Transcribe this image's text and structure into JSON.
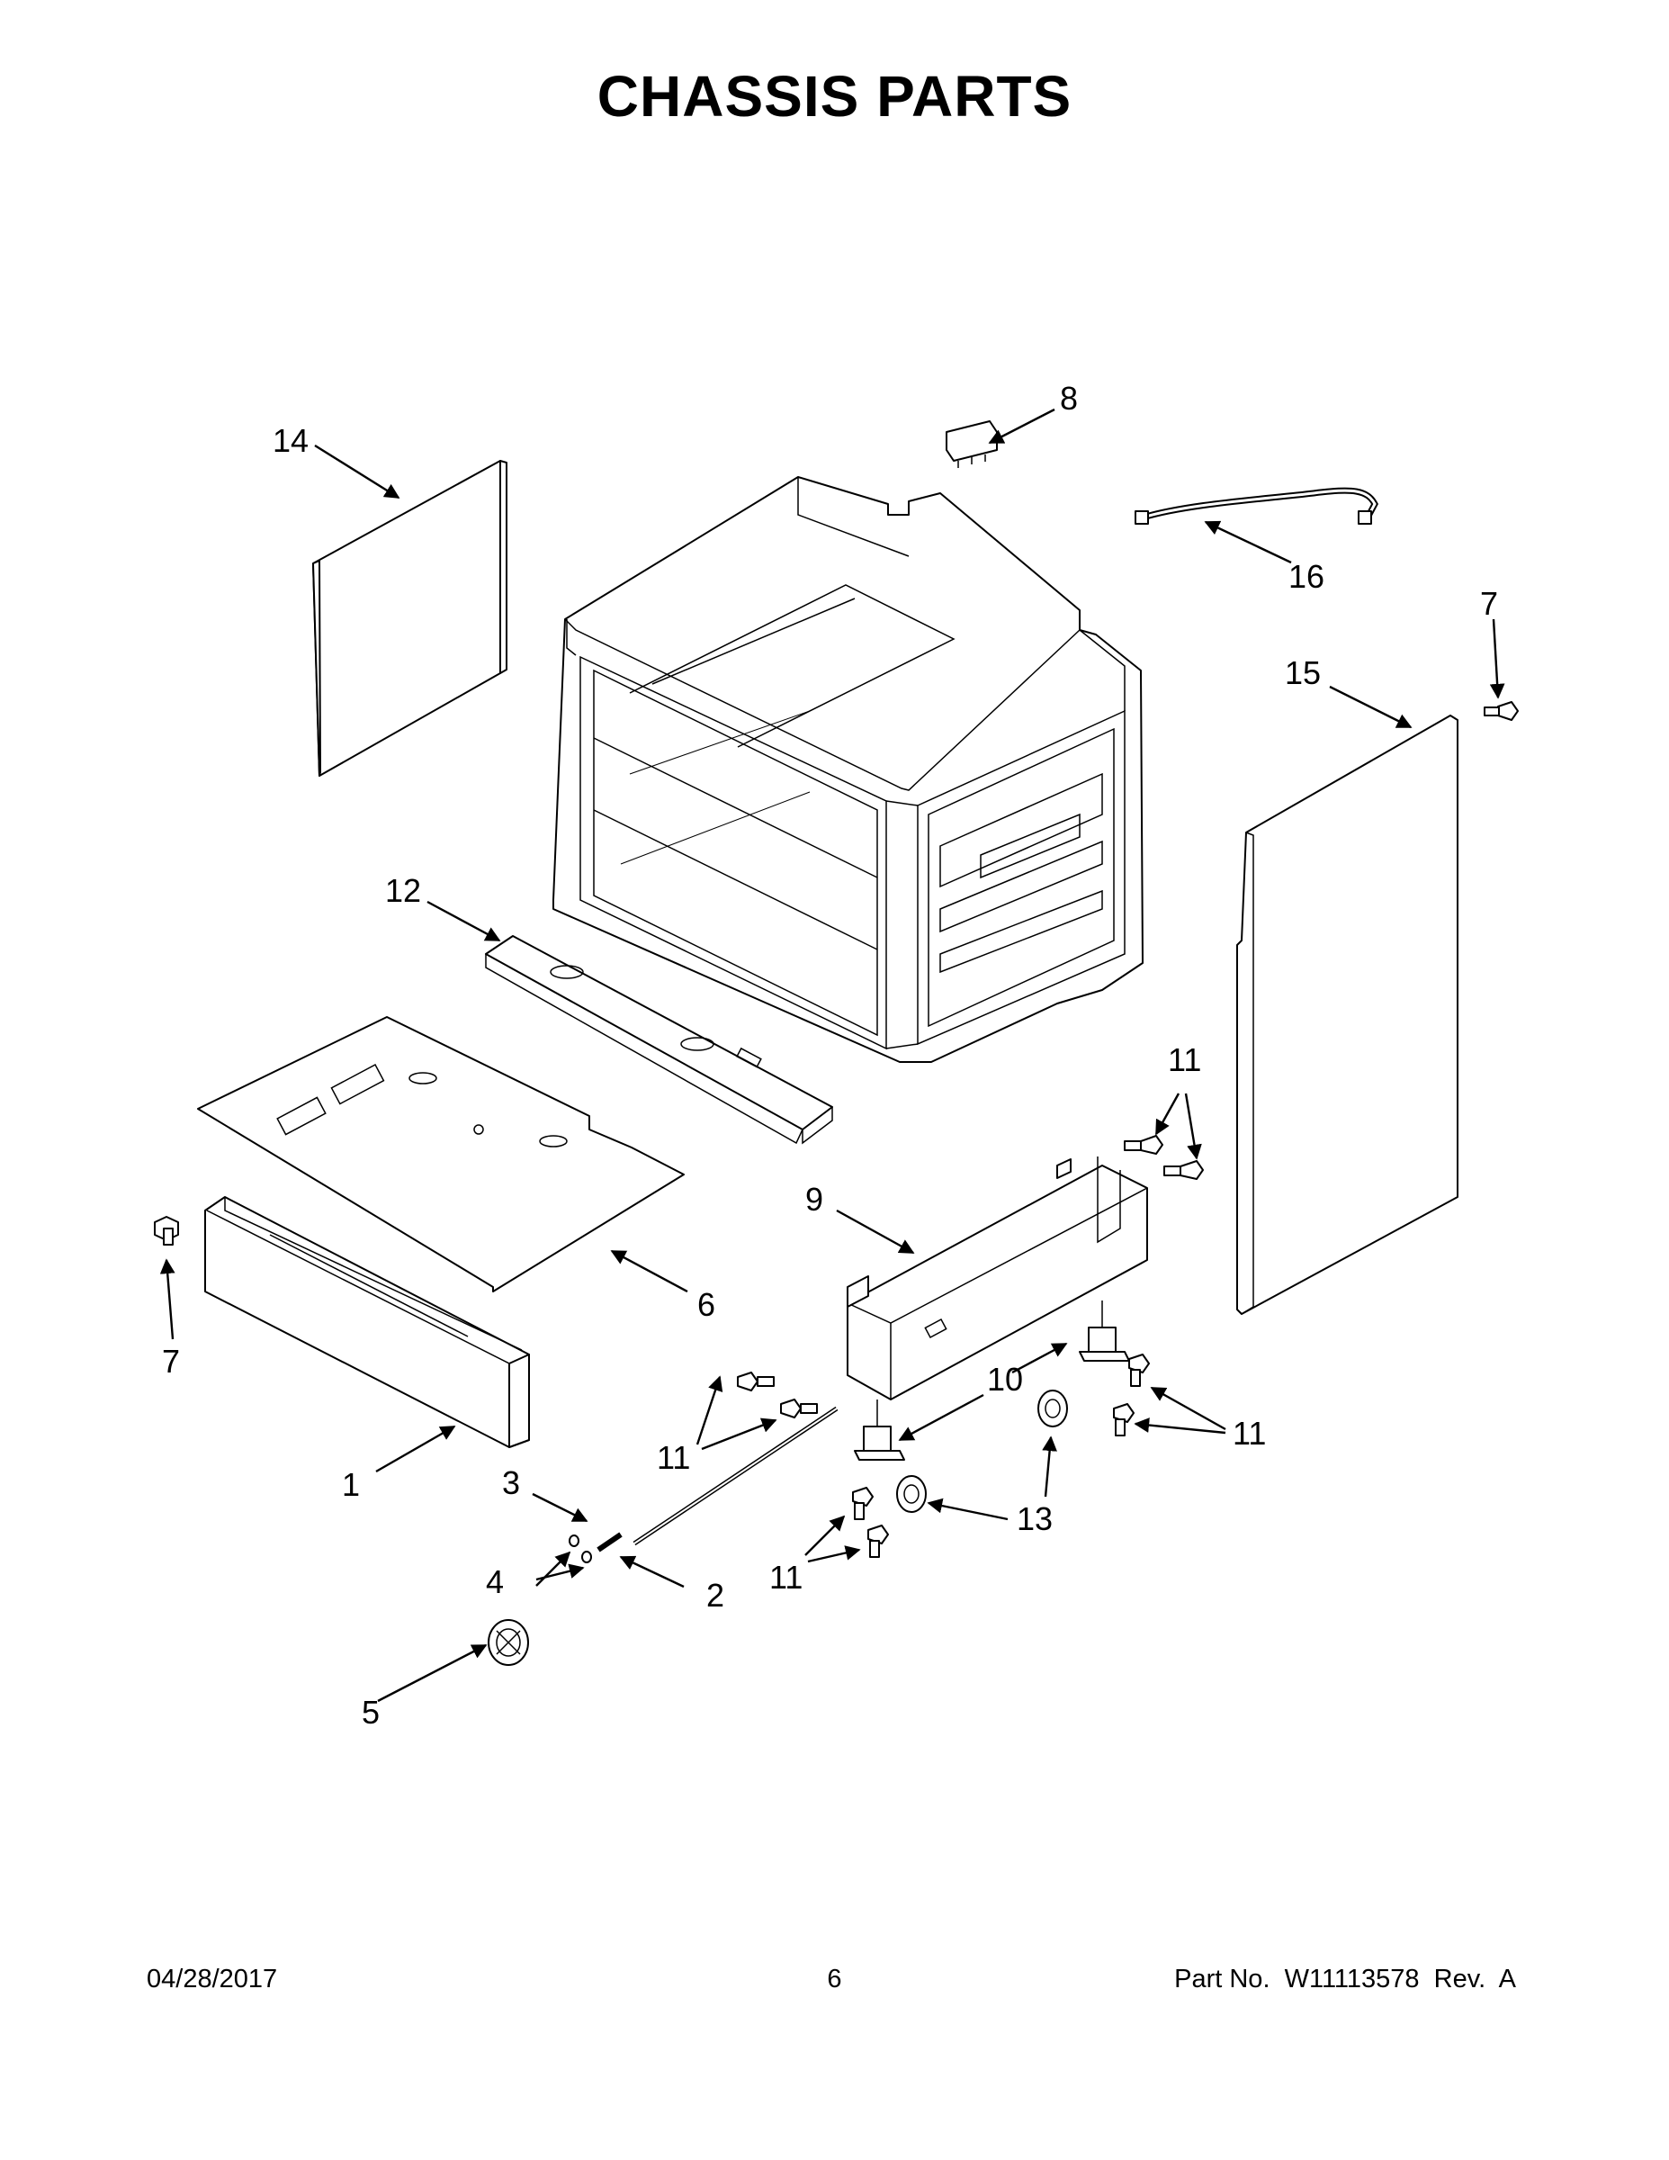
{
  "page": {
    "title": "CHASSIS PARTS",
    "footer": {
      "date": "04/28/2017",
      "page_number": "6",
      "part_number": "Part No.  W11113578  Rev.  A"
    }
  },
  "callouts": {
    "c1": "1",
    "c2": "2",
    "c3": "3",
    "c4": "4",
    "c5": "5",
    "c6": "6",
    "c7a": "7",
    "c7b": "7",
    "c8": "8",
    "c9": "9",
    "c10": "10",
    "c11a": "11",
    "c11b": "11",
    "c11c": "11",
    "c11d": "11",
    "c12": "12",
    "c13": "13",
    "c14": "14",
    "c15": "15",
    "c16": "16"
  }
}
